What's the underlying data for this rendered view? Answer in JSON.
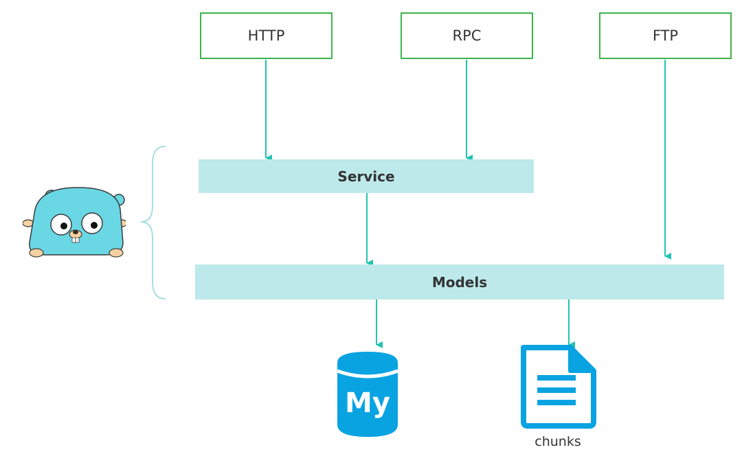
{
  "protocols": [
    {
      "label": "HTTP"
    },
    {
      "label": "RPC"
    },
    {
      "label": "FTP"
    }
  ],
  "layers": {
    "service": "Service",
    "models": "Models"
  },
  "storage": {
    "mysql_logo_text": "My",
    "chunks_label": "chunks"
  },
  "icons": {
    "mascot": "go-gopher-icon",
    "database": "mysql-database-icon",
    "file": "document-file-icon"
  },
  "colors": {
    "box_border": "#3cb44b",
    "bar_fill": "#bde9ea",
    "arrow": "#20c4b2",
    "brace": "#a8dede",
    "icon_blue": "#09a3e2",
    "gopher": "#6ad7e5"
  }
}
